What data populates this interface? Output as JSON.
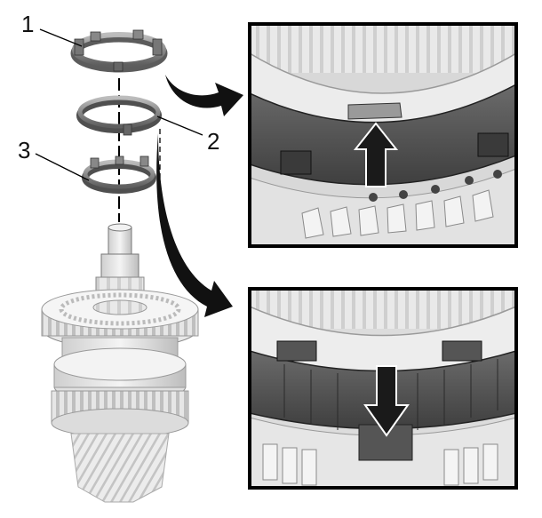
{
  "callouts": [
    {
      "id": "1",
      "text": "1"
    },
    {
      "id": "2",
      "text": "2"
    },
    {
      "id": "3",
      "text": "3"
    }
  ],
  "colors": {
    "background": "#ffffff",
    "outline": "#000000",
    "ring_metal": "#8c8c8c",
    "ring_dark": "#4d4d4d",
    "gear_light": "#d9d9d9",
    "detail_dark_band": "#555555",
    "arrow_fill": "#1a1a1a"
  },
  "icons": {
    "arrow_up": "arrow-up-icon",
    "arrow_down": "arrow-down-icon",
    "curved_arrow": "curved-arrow-icon"
  }
}
